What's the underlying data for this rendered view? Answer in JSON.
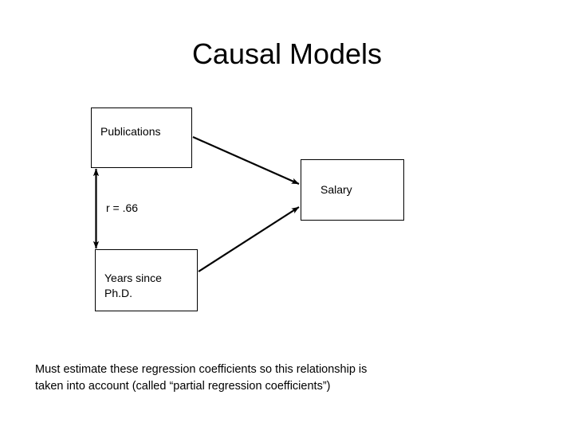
{
  "slide": {
    "title": "Causal Models",
    "background_color": "#ffffff",
    "text_color": "#000000"
  },
  "diagram": {
    "type": "path-diagram",
    "nodes": [
      {
        "id": "publications",
        "label": "Publications"
      },
      {
        "id": "salary",
        "label": "Salary"
      },
      {
        "id": "years_since_phd",
        "label": "Years since\nPh.D."
      }
    ],
    "edges": [
      {
        "id": "publications-to-salary",
        "from": "publications",
        "to": "salary",
        "style": "single-arrow",
        "label": ""
      },
      {
        "id": "years-to-salary",
        "from": "years_since_phd",
        "to": "salary",
        "style": "single-arrow",
        "label": ""
      },
      {
        "id": "publications-years-correlation",
        "from": "publications",
        "to": "years_since_phd",
        "style": "double-arrow",
        "label": "r = .66"
      }
    ],
    "correlation_label": "r = .66"
  },
  "caption": {
    "line1": "Must estimate these regression coefficients so this relationship is",
    "line2": "taken into account (called “partial regression coefficients”)"
  }
}
